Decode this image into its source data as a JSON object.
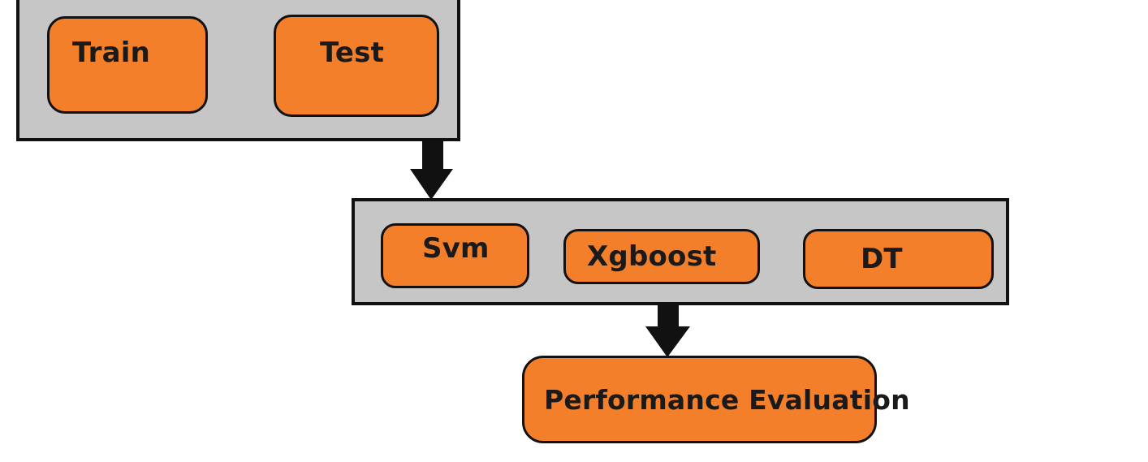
{
  "diagram": {
    "data_split": {
      "nodes": [
        {
          "id": "train",
          "label": "Train"
        },
        {
          "id": "test",
          "label": "Test"
        }
      ]
    },
    "models": {
      "nodes": [
        {
          "id": "svm",
          "label": "Svm"
        },
        {
          "id": "xgboost",
          "label": "Xgboost"
        },
        {
          "id": "dt",
          "label": "DT"
        }
      ]
    },
    "output": {
      "id": "performance_evaluation",
      "label": "Performance Evaluation"
    },
    "edges": [
      {
        "from": "data_split",
        "to": "models"
      },
      {
        "from": "models",
        "to": "performance_evaluation"
      }
    ],
    "colors": {
      "node_fill": "#f47f2a",
      "group_fill": "#c6c6c6",
      "stroke": "#111111"
    }
  }
}
